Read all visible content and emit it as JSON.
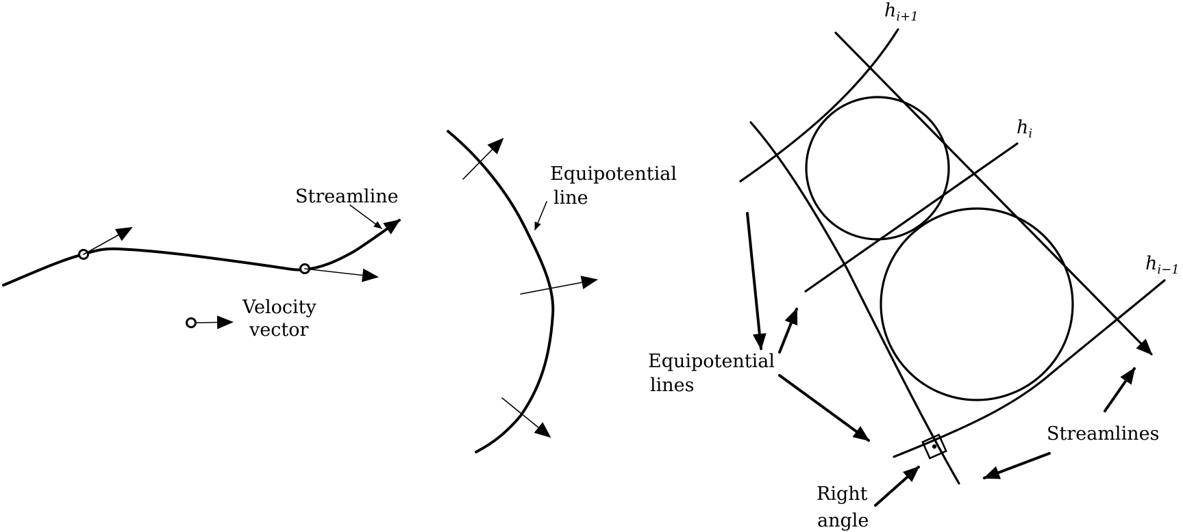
{
  "labels": {
    "streamline": "Streamline",
    "velocity_line1": "Velocity",
    "velocity_line2": "vector",
    "equipotential_single_line1": "Equipotential",
    "equipotential_single_line2": "line",
    "equipotential_plural_line1": "Equipotential",
    "equipotential_plural_line2": "lines",
    "streamlines": "Streamlines",
    "right_angle_line1": "Right",
    "right_angle_line2": "angle"
  },
  "heads": {
    "h_next": {
      "base": "h",
      "sub": "i+1"
    },
    "h_cur": {
      "base": "h",
      "sub": "i"
    },
    "h_prev": {
      "base": "h",
      "sub": "i−1"
    }
  },
  "colors": {
    "ink": "#000000",
    "background": "#ffffff"
  }
}
